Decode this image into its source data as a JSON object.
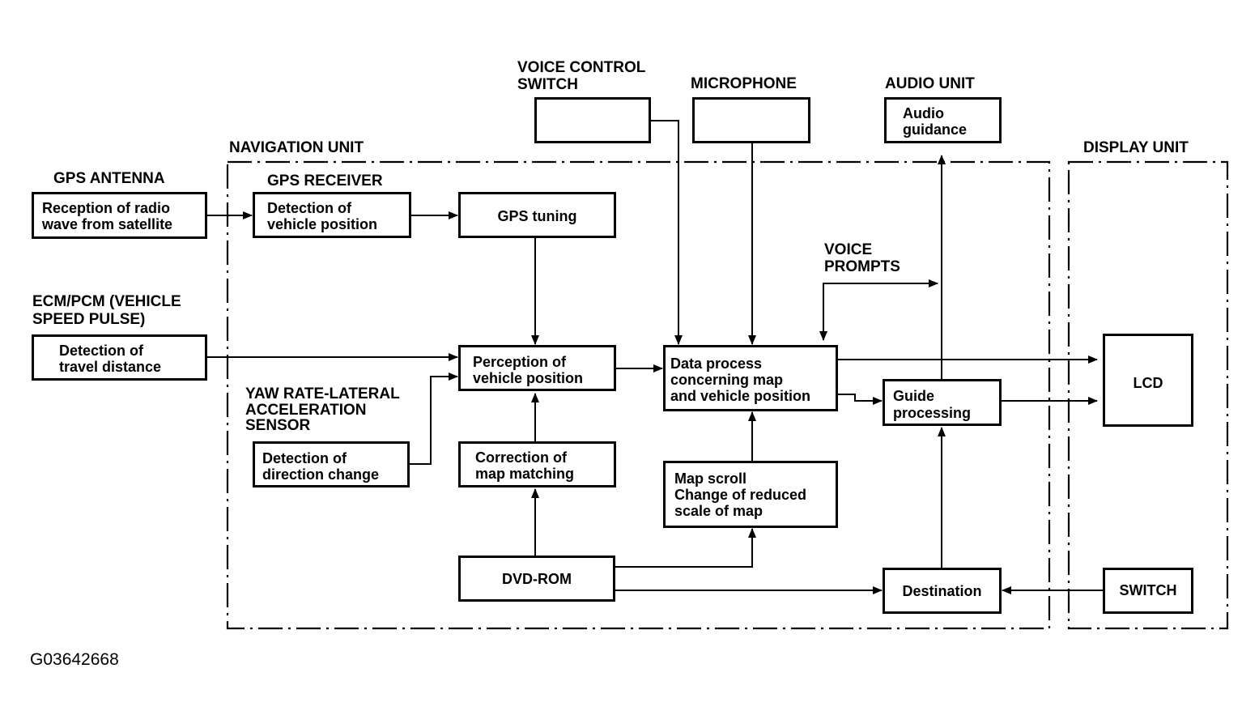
{
  "regions": {
    "navigation_unit": "NAVIGATION UNIT",
    "display_unit": "DISPLAY UNIT"
  },
  "external": {
    "gps_antenna": "GPS ANTENNA",
    "ecm_pcm_line1": "ECM/PCM (VEHICLE",
    "ecm_pcm_line2": "SPEED PULSE)",
    "voice_control_line1": "VOICE CONTROL",
    "voice_control_line2": "SWITCH",
    "microphone": "MICROPHONE",
    "audio_unit": "AUDIO UNIT",
    "gps_receiver": "GPS RECEIVER",
    "yaw_line1": "YAW RATE-LATERAL",
    "yaw_line2": "ACCELERATION",
    "yaw_line3": "SENSOR",
    "voice_prompts_line1": "VOICE",
    "voice_prompts_line2": "PROMPTS"
  },
  "boxes": {
    "reception_line1": "Reception of radio",
    "reception_line2": "wave from satellite",
    "detect_vehicle_line1": "Detection of",
    "detect_vehicle_line2": "vehicle position",
    "gps_tuning": "GPS tuning",
    "travel_line1": "Detection of",
    "travel_line2": "travel distance",
    "perception_line1": "Perception of",
    "perception_line2": "vehicle position",
    "direction_line1": "Detection of",
    "direction_line2": "direction change",
    "correction_line1": "Correction of",
    "correction_line2": "map matching",
    "dvd_rom": "DVD-ROM",
    "data_process_line1": "Data process",
    "data_process_line2": "concerning map",
    "data_process_line3": "and vehicle position",
    "map_scroll_line1": "Map scroll",
    "map_scroll_line2": "Change of reduced",
    "map_scroll_line3": "scale of map",
    "audio_guidance_line1": "Audio",
    "audio_guidance_line2": "guidance",
    "guide_line1": "Guide",
    "guide_line2": "processing",
    "destination": "Destination",
    "lcd": "LCD",
    "switch": "SWITCH"
  },
  "figure_code": "G03642668"
}
